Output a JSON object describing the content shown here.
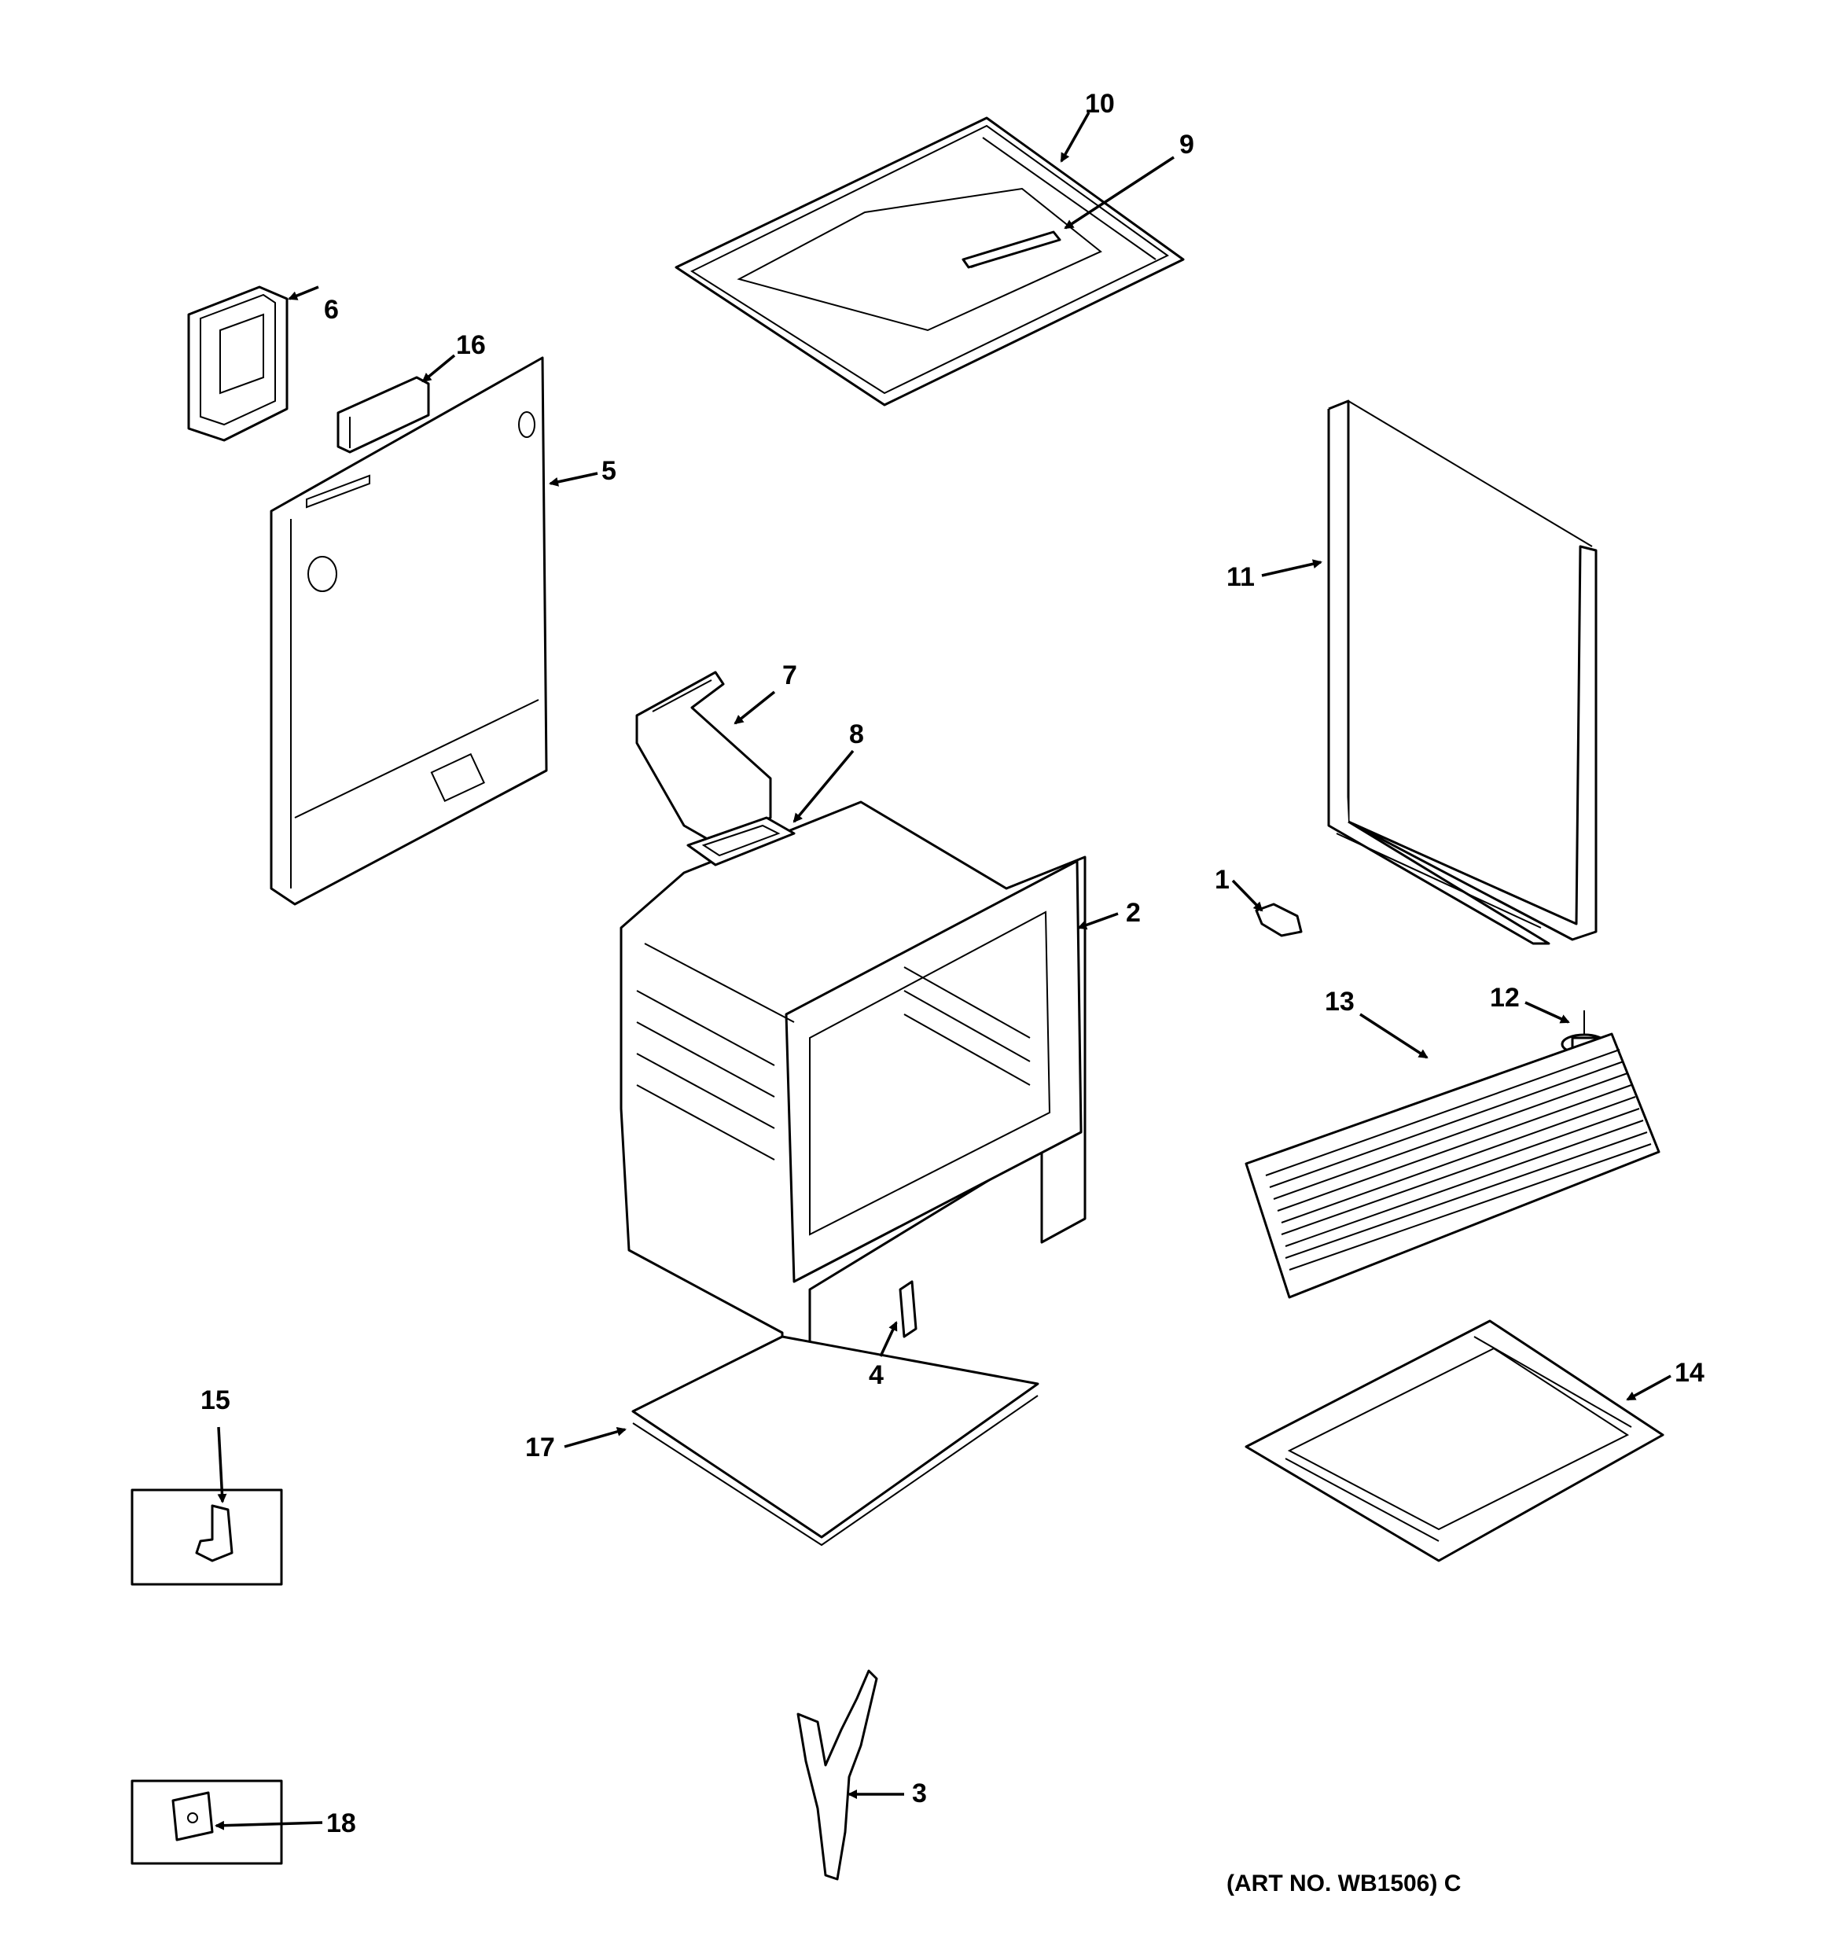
{
  "callouts": {
    "p1": "1",
    "p2": "2",
    "p3": "3",
    "p4": "4",
    "p5": "5",
    "p6": "6",
    "p7": "7",
    "p8": "8",
    "p9": "9",
    "p10": "10",
    "p11": "11",
    "p12": "12",
    "p13": "13",
    "p14": "14",
    "p15": "15",
    "p16": "16",
    "p17": "17",
    "p18": "18"
  },
  "art_number": "(ART NO. WB1506) C"
}
